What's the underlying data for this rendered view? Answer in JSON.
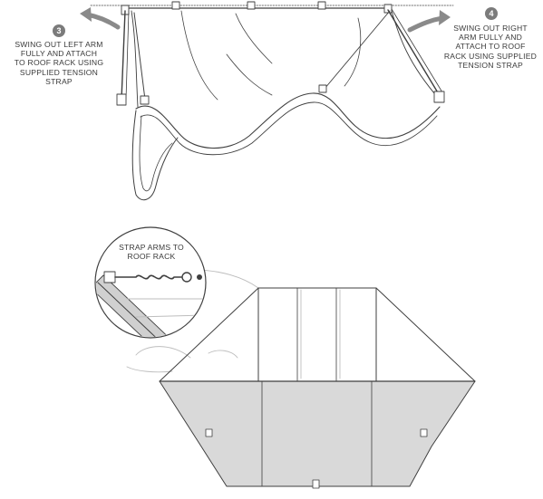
{
  "steps": [
    {
      "number": "3",
      "lines": [
        "SWING OUT LEFT ARM",
        "FULLY AND ATTACH",
        "TO ROOF RACK USING",
        "SUPPLIED TENSION",
        "STRAP"
      ]
    },
    {
      "number": "4",
      "lines": [
        "SWING OUT RIGHT",
        "ARM FULLY AND",
        "ATTACH TO ROOF",
        "RACK USING SUPPLIED",
        "TENSION STRAP"
      ]
    }
  ],
  "detail_callout": {
    "lines": [
      "STRAP ARMS TO",
      "ROOF RACK"
    ]
  },
  "colors": {
    "line": "#3f3f3f",
    "awning_fill": "#d9d9d9",
    "badge": "#7b7b7b",
    "arrow": "#8a8a8a"
  }
}
